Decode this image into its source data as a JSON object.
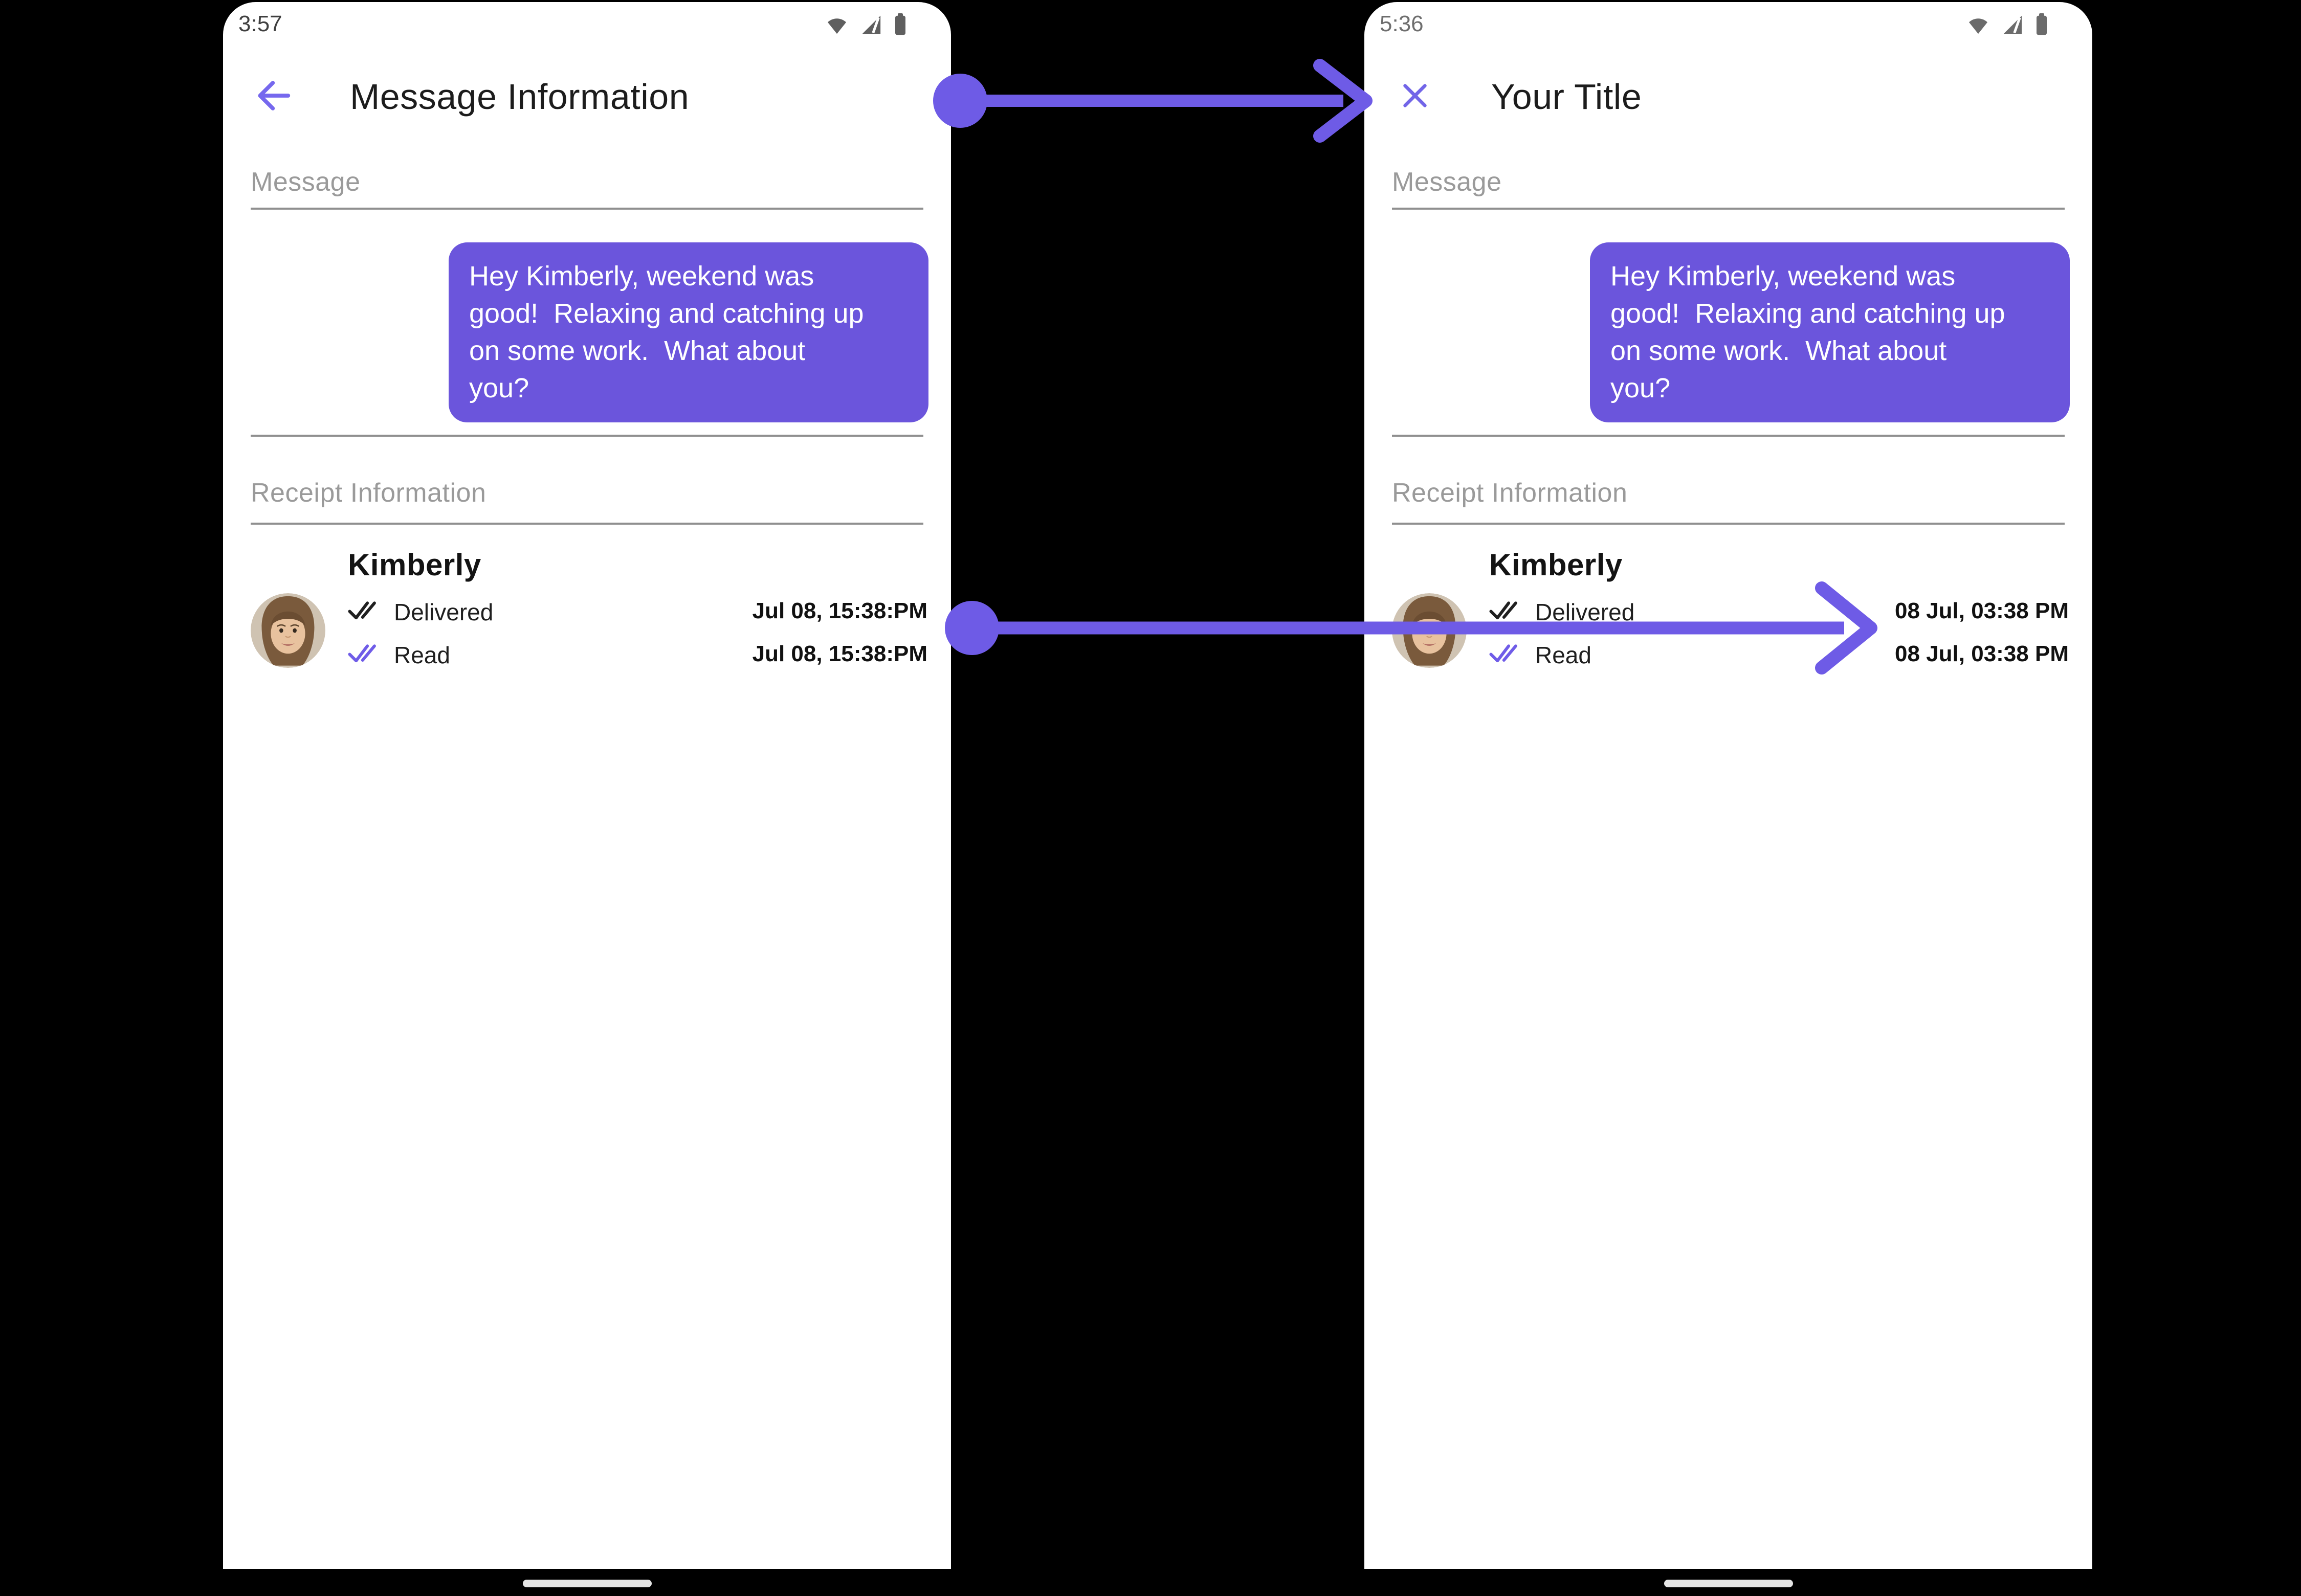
{
  "colors": {
    "background": "#000000",
    "screen": "#ffffff",
    "bubble_purple": "#6b55dc",
    "arrow_purple": "#6e5be6",
    "nav_icon_purple": "#7668ee",
    "read_check_purple": "#6f5ce8",
    "delivered_check": "#202020",
    "divider_gray": "#8f8f8f",
    "section_label_gray": "#9a9a9a",
    "home_indicator_gray": "#e4e4e4"
  },
  "shared": {
    "message_label": "Message",
    "receipt_label": "Receipt Information",
    "contact_name": "Kimberly",
    "delivered_label": "Delivered",
    "read_label": "Read",
    "bubble_text": "Hey Kimberly, weekend was\ngood!  Relaxing and catching up\non some work.  What about\nyou?"
  },
  "phones": [
    {
      "status_time": "3:57",
      "nav_icon": "back-arrow",
      "title": "Message Information",
      "delivered_time": "Jul 08, 15:38:PM",
      "read_time": "Jul 08, 15:38:PM"
    },
    {
      "status_time": "5:36",
      "nav_icon": "close",
      "title": "Your Title",
      "delivered_time": "08 Jul, 03:38 PM",
      "read_time": "08 Jul, 03:38 PM"
    }
  ],
  "annotations": {
    "arrow_1": "title-change-arrow",
    "arrow_2": "timestamp-format-change-arrow"
  },
  "status_icons": [
    "wifi",
    "cellular-signal",
    "battery"
  ]
}
